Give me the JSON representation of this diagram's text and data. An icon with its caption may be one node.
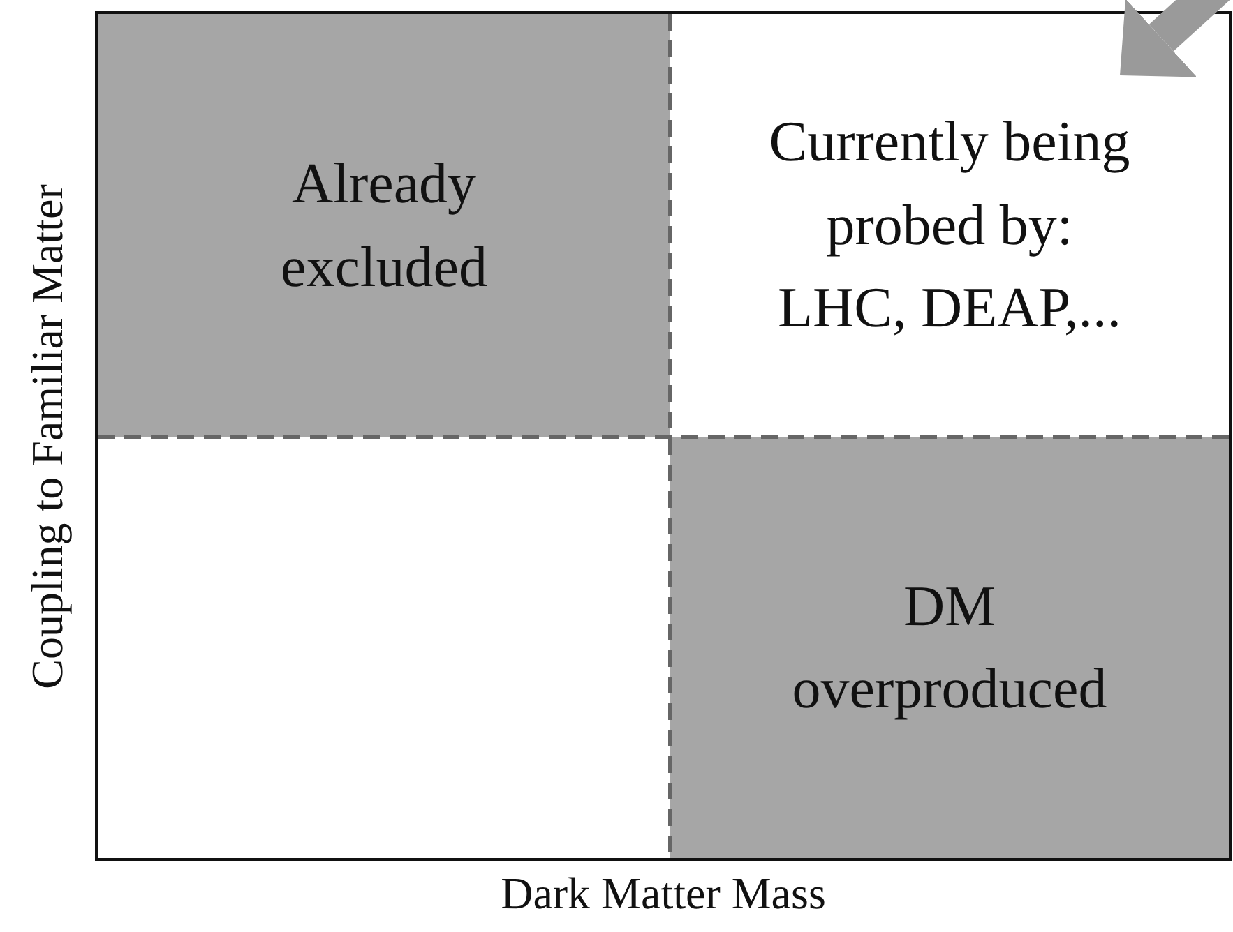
{
  "diagram": {
    "nodes": [
      {
        "text": [
          "Already excluded"
        ]
      },
      {
        "text": [
          "Currently being probed by: LHC, DEAP,..."
        ]
      },
      {
        "text": [
          "DM overproduced"
        ]
      }
    ],
    "edges": [
      {
        "from": null,
        "to": 1,
        "arrow": "to"
      }
    ],
    "labels": [
      "Coupling to Familiar Matter",
      "Dark Matter Mass"
    ]
  }
}
